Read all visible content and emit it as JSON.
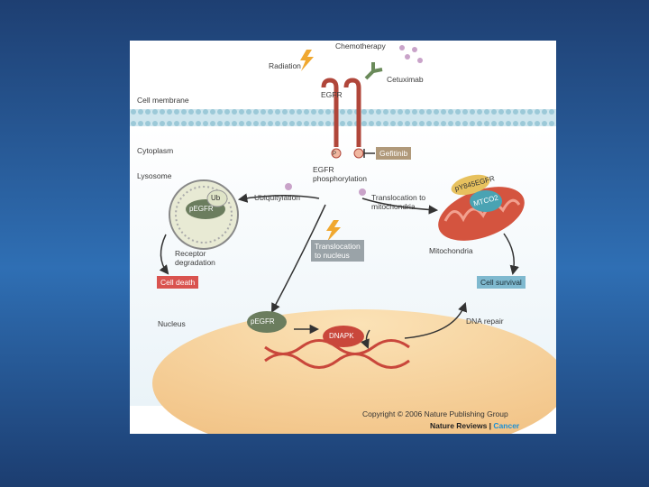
{
  "labels": {
    "chemotherapy": "Chemotherapy",
    "radiation": "Radiation",
    "cetuximab": "Cetuximab",
    "egfr": "EGFR",
    "cell_membrane": "Cell membrane",
    "cytoplasm": "Cytoplasm",
    "gefitinib": "Gefitinib",
    "lysosome": "Lysosome",
    "egfr_phosphorylation_1": "EGFR",
    "egfr_phosphorylation_2": "phosphorylation",
    "ubiquitylation": "Ubiquitylation",
    "translocation_mito_1": "Translocation to",
    "translocation_mito_2": "mitochondria",
    "ub": "Ub",
    "pegfr_lysosome": "pEGFR",
    "receptor_degradation_1": "Receptor",
    "receptor_degradation_2": "degradation",
    "translocation_nucleus_1": "Translocation",
    "translocation_nucleus_2": "to nucleus",
    "mitochondria": "Mitochondria",
    "cell_death": "Cell death",
    "cell_survival": "Cell survival",
    "nucleus": "Nucleus",
    "dna_repair": "DNA repair",
    "pegfr_nucleus": "pEGFR",
    "dnapk": "DNAPK",
    "p_marker": "P",
    "mito_pegfr": "pY845EGFR",
    "mtco2": "MTCO2",
    "copyright": "Copyright © 2006 Nature Publishing Group",
    "brand_main": "Nature Reviews",
    "brand_sep": " | ",
    "brand_accent": "Cancer"
  },
  "colors": {
    "receptor": "#b0463a",
    "cell_death": "#d9534f",
    "cell_survival": "#7fb9cf",
    "gefitinib": "#b0997a",
    "translocation_box": "#9aa3a8",
    "pegfr_oval": "#5c7352",
    "dnapk_oval": "#c9473b",
    "mito": "#d4543f",
    "nucleus": "#f3c98c",
    "membrane": "#b8d8e3"
  }
}
